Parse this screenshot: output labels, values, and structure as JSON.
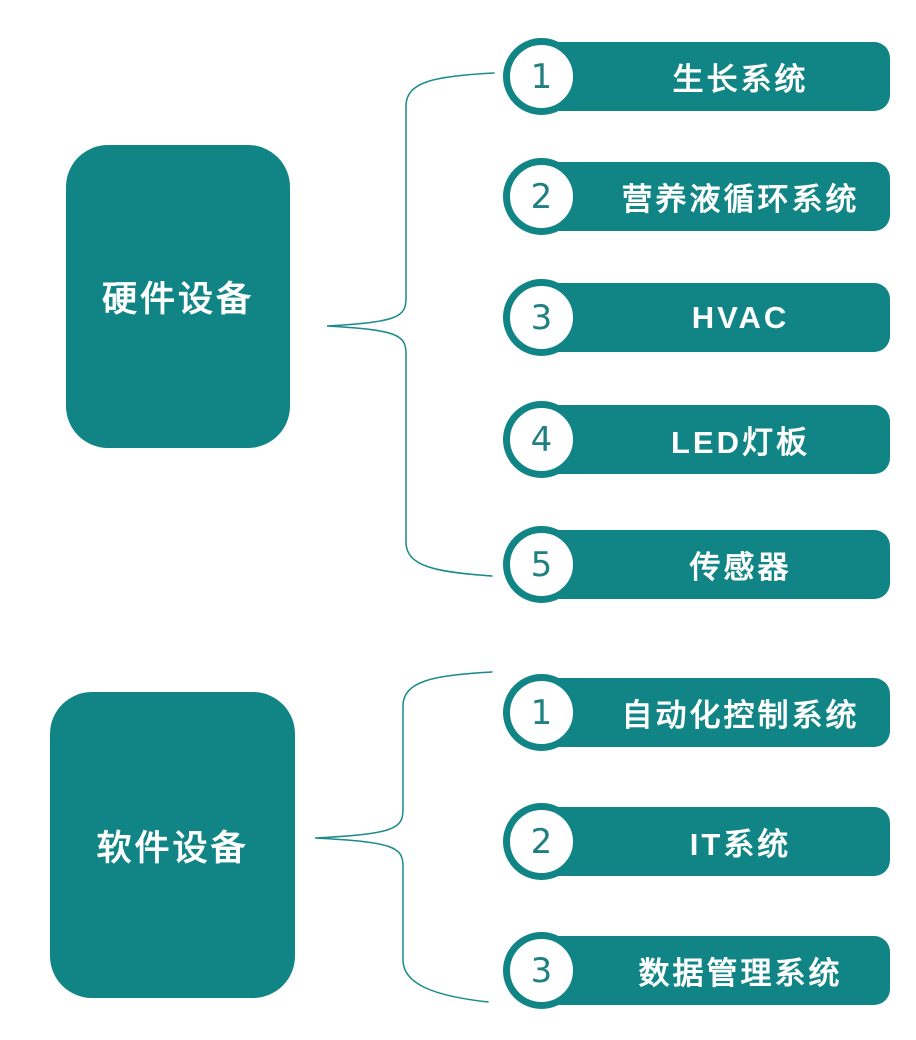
{
  "colors": {
    "teal": "#118585",
    "number_text": "#1f7f81",
    "connector_line": "#1a8a8a",
    "label_text": "#ffffff",
    "background": "#ffffff"
  },
  "groups": [
    {
      "label": "硬件设备",
      "items": [
        {
          "num": "1",
          "label": "生长系统"
        },
        {
          "num": "2",
          "label": "营养液循环系统"
        },
        {
          "num": "3",
          "label": "HVAC"
        },
        {
          "num": "4",
          "label": "LED灯板"
        },
        {
          "num": "5",
          "label": "传感器"
        }
      ]
    },
    {
      "label": "软件设备",
      "items": [
        {
          "num": "1",
          "label": "自动化控制系统"
        },
        {
          "num": "2",
          "label": "IT系统"
        },
        {
          "num": "3",
          "label": "数据管理系统"
        }
      ]
    }
  ]
}
